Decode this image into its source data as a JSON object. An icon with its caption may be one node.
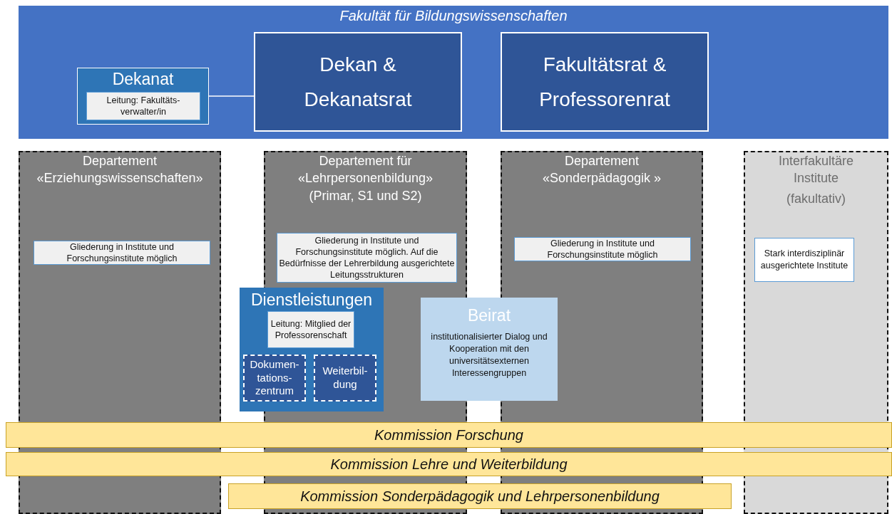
{
  "diagram": {
    "nodes": [
      {
        "text": [
          "Fakultät für Bildungswissenschaften"
        ]
      },
      {
        "text": [
          "Dekanat"
        ],
        "in": 0
      },
      {
        "text": [
          "Leitung: Fakultäts- verwalter/in"
        ],
        "in": 1
      },
      {
        "text": [
          "Dekan & Dekanatsrat"
        ],
        "in": 0
      },
      {
        "text": [
          "Fakultätsrat & Professorenrat"
        ],
        "in": 0
      },
      {
        "text": [
          "Departement «Erziehungswissenschaften»"
        ]
      },
      {
        "text": [
          "Gliederung in Institute und Forschungsinstitute möglich"
        ],
        "in": 5
      },
      {
        "text": [
          "Departement für «Lehrpersonenbildung»",
          "(Primar, S1 und S2)"
        ]
      },
      {
        "text": [
          "Gliederung in Institute und Forschungsinstitute möglich. Auf die Bedürfnisse der Lehrerbildung ausgerichtete Leitungsstrukturen"
        ],
        "in": 7
      },
      {
        "text": [
          "Departement «Sonderpädagogik »"
        ]
      },
      {
        "text": [
          "Gliederung in Institute und Forschungsinstitute möglich"
        ],
        "in": 9
      },
      {
        "text": [
          "Interfakultäre Institute",
          "(fakultativ)"
        ]
      },
      {
        "text": [
          "Stark interdisziplinär ausgerichtete Institute"
        ],
        "in": 11
      },
      {
        "text": [
          "Dienstleistungen"
        ]
      },
      {
        "text": [
          "Leitung: Mitglied der Professorenschaft"
        ],
        "in": 13
      },
      {
        "text": [
          "Dokumen- tations- zentrum"
        ],
        "in": 13
      },
      {
        "text": [
          "Weiterbil- dung"
        ],
        "in": 13
      },
      {
        "text": [
          "Beirat",
          "institutionalisierter Dialog und Kooperation mit den universitätsexternen Interessengruppen"
        ]
      },
      {
        "text": [
          "Kommission Forschung"
        ]
      },
      {
        "text": [
          "Kommission Lehre und Weiterbildung"
        ]
      },
      {
        "text": [
          "Kommission Sonderpädagogik und Lehrpersonenbildung"
        ]
      }
    ],
    "edges": [
      {
        "from": 1,
        "to": 3,
        "arrow": "none"
      }
    ]
  }
}
